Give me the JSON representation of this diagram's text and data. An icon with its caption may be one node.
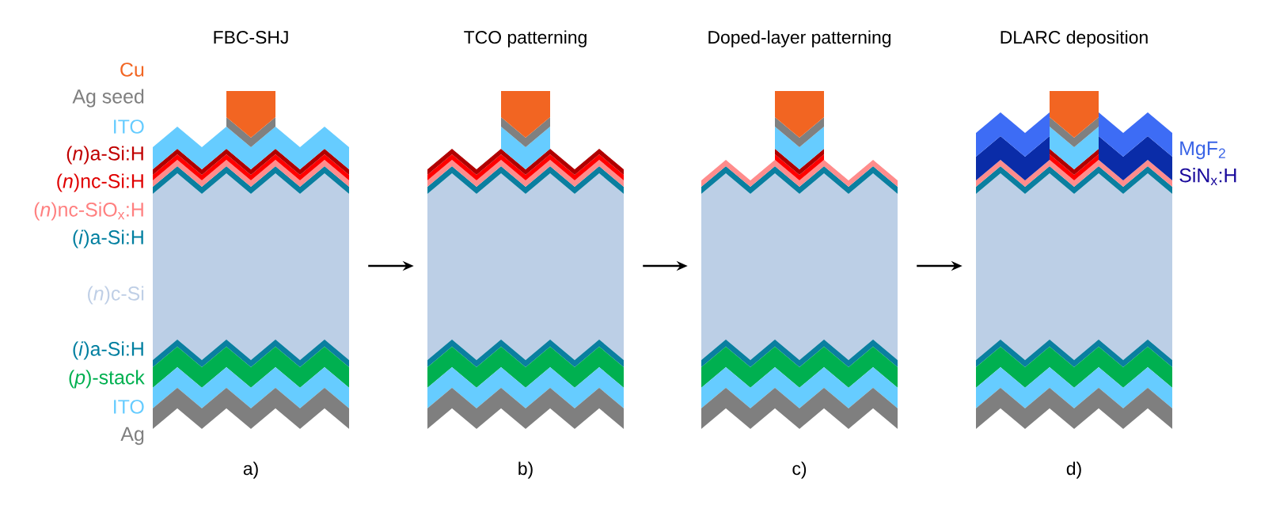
{
  "diagram": {
    "nodes": [
      {
        "text": [
          "FBC-SHJ"
        ],
        "beside": [
          "a)"
        ]
      },
      {
        "text": [
          "TCO patterning"
        ],
        "beside": [
          "b)"
        ]
      },
      {
        "text": [
          "Doped-layer patterning"
        ],
        "beside": [
          "c)"
        ]
      },
      {
        "text": [
          "DLARC deposition"
        ],
        "beside": [
          "d)"
        ]
      }
    ],
    "edges": [
      {
        "from": 0,
        "to": 1,
        "arrow": "to"
      },
      {
        "from": 1,
        "to": 2,
        "arrow": "to"
      },
      {
        "from": 2,
        "to": 3,
        "arrow": "to"
      }
    ],
    "labels": [
      "Cu",
      "Ag seed",
      "ITO",
      "(*n*)a-Si:H",
      "(*n*)nc-Si:H",
      "(*n*)nc-SiO$_{x}$:H",
      "(*i*)a-Si:H",
      "(*n*)c-Si",
      "(*i*)a-Si:H",
      "(*p*)-stack",
      "ITO",
      "Ag",
      "MgF$_{2}$",
      "SiN$_{x}$:H"
    ]
  }
}
